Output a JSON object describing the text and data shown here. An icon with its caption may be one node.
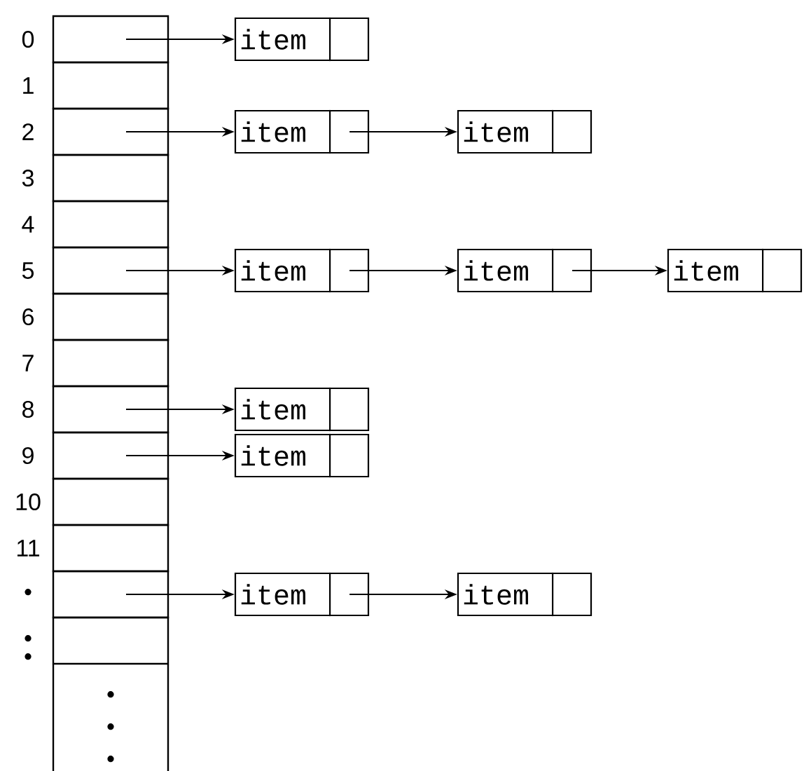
{
  "diagram": {
    "nodes": [
      {
        "text": [],
        "shape": "box",
        "beside": [
          "0"
        ]
      },
      {
        "text": [],
        "shape": "box",
        "beside": [
          "1"
        ]
      },
      {
        "text": [],
        "shape": "box",
        "beside": [
          "2"
        ]
      },
      {
        "text": [],
        "shape": "box",
        "beside": [
          "3"
        ]
      },
      {
        "text": [],
        "shape": "box",
        "beside": [
          "4"
        ]
      },
      {
        "text": [],
        "shape": "box",
        "beside": [
          "5"
        ]
      },
      {
        "text": [],
        "shape": "box",
        "beside": [
          "6"
        ]
      },
      {
        "text": [],
        "shape": "box",
        "beside": [
          "7"
        ]
      },
      {
        "text": [],
        "shape": "box",
        "beside": [
          "8"
        ]
      },
      {
        "text": [],
        "shape": "box",
        "beside": [
          "9"
        ]
      },
      {
        "text": [],
        "shape": "box",
        "beside": [
          "10"
        ]
      },
      {
        "text": [],
        "shape": "box",
        "beside": [
          "11"
        ]
      },
      {
        "text": [],
        "shape": "box",
        "beside": [
          "•"
        ]
      },
      {
        "text": [],
        "shape": "box",
        "beside": [
          "•"
        ]
      },
      {
        "text": [
          "item"
        ]
      },
      {
        "text": [
          "item"
        ]
      },
      {
        "text": [
          "item"
        ]
      },
      {
        "text": [
          "item"
        ]
      },
      {
        "text": [
          "item"
        ]
      },
      {
        "text": [
          "item"
        ]
      },
      {
        "text": [
          "item"
        ]
      },
      {
        "text": [
          "item"
        ]
      },
      {
        "text": [
          "item"
        ]
      },
      {
        "text": [
          "item"
        ]
      }
    ],
    "edges": [
      {
        "from": 0,
        "to": 14,
        "arrow": "to"
      },
      {
        "from": 2,
        "to": 15,
        "arrow": "to"
      },
      {
        "from": 15,
        "to": 16,
        "arrow": "to"
      },
      {
        "from": 5,
        "to": 17,
        "arrow": "to"
      },
      {
        "from": 17,
        "to": 18,
        "arrow": "to"
      },
      {
        "from": 18,
        "to": 19,
        "arrow": "to"
      },
      {
        "from": 8,
        "to": 20,
        "arrow": "to"
      },
      {
        "from": 9,
        "to": 21,
        "arrow": "to"
      },
      {
        "from": 12,
        "to": 22,
        "arrow": "to"
      },
      {
        "from": 22,
        "to": 23,
        "arrow": "to"
      }
    ],
    "labels": [
      "•",
      "•",
      "•",
      "•"
    ]
  }
}
